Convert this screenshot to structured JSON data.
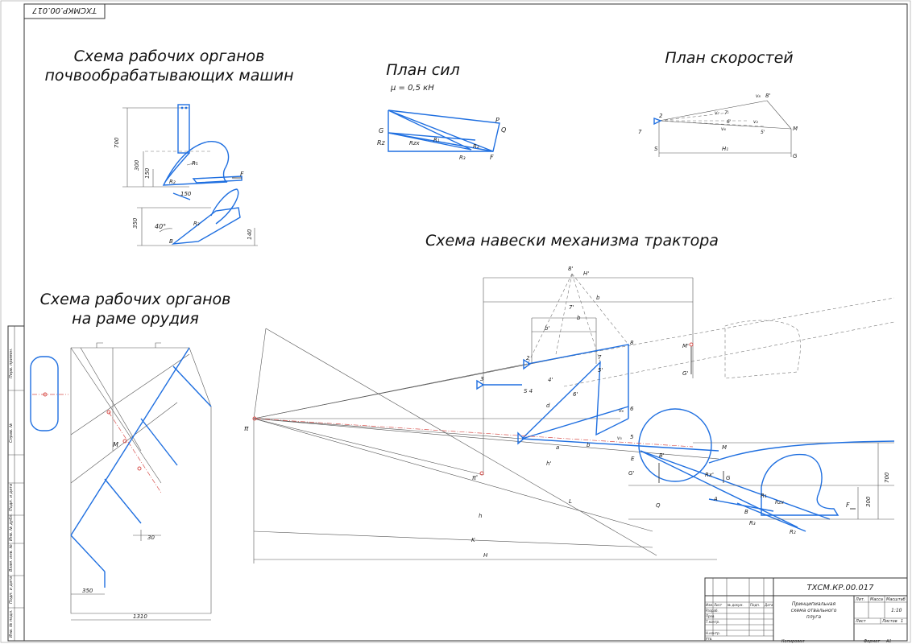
{
  "stamp_top": "ТХСМКР.00.017",
  "titles": {
    "soil_tools": [
      "Схема рабочих органов",
      "почвообрабатывающих машин"
    ],
    "force_plan": "План сил",
    "force_scale": "μ = 0,5 кН",
    "speed_plan": "План скоростей",
    "hitch": "Схема навески механизма трактора",
    "frame_tools": [
      "Схема рабочих органов",
      "на раме орудия"
    ]
  },
  "soil_tools_labels": {
    "dims": [
      "700",
      "300",
      "150",
      "350",
      "140",
      "150"
    ],
    "angle": "40°",
    "forces": [
      "R₁",
      "R₂",
      "R₃",
      "F",
      "B"
    ]
  },
  "force_plan_labels": [
    "G",
    "Rz",
    "Rzx",
    "R₁",
    "R₂",
    "R₃",
    "P",
    "Q",
    "F"
  ],
  "speed_plan_labels": [
    "2",
    "7",
    "8'",
    "v₈",
    "v₇",
    "7'",
    "6'",
    "v₂",
    "v₆",
    "5'",
    "M",
    "S",
    "H₁",
    "G"
  ],
  "hitch_labels": {
    "points": [
      "8'",
      "H'",
      "b",
      "b",
      "b'",
      "7'",
      "3",
      "2",
      "7",
      "8",
      "4'",
      "S 4",
      "5'",
      "6'",
      "d",
      "a",
      "b",
      "h'",
      "L",
      "5",
      "v₅",
      "v₆",
      "6",
      "M",
      "E",
      "B'",
      "Q",
      "G'",
      "Rx'",
      "G",
      "A",
      "R₁",
      "Rzx",
      "R₃",
      "R₂",
      "B",
      "F",
      "M'",
      "G'",
      "π",
      "π'",
      "h",
      "K",
      "H"
    ],
    "dims": [
      "700",
      "300"
    ]
  },
  "frame_tools_labels": {
    "letter": "M",
    "dims": [
      "30",
      "350",
      "1310"
    ]
  },
  "side_strip": [
    "Перв. примен.",
    "Справ. №",
    "Подп. и дата",
    "Инв. № дубл.",
    "Взам. инв. №",
    "Подп. и дата",
    "Инв. № подл."
  ],
  "title_block": {
    "code": "ТХСМ.КР.00.017",
    "name": [
      "Принципиальная",
      "схема отвального",
      "плуга"
    ],
    "header_cols": [
      "Изм.",
      "Лист",
      "№ докум.",
      "Подп.",
      "Дата"
    ],
    "roles": [
      "Разраб.",
      "Пров.",
      "Т.контр.",
      "",
      "Н.контр.",
      "Утв."
    ],
    "meta_headers": [
      "Лит.",
      "Масса",
      "Масштаб"
    ],
    "scale": "1:10",
    "sheet_label": "Лист",
    "sheets_label": "Листов",
    "sheets": "1",
    "copied": "Копировал",
    "format": "Формат",
    "format_value": "А1"
  }
}
